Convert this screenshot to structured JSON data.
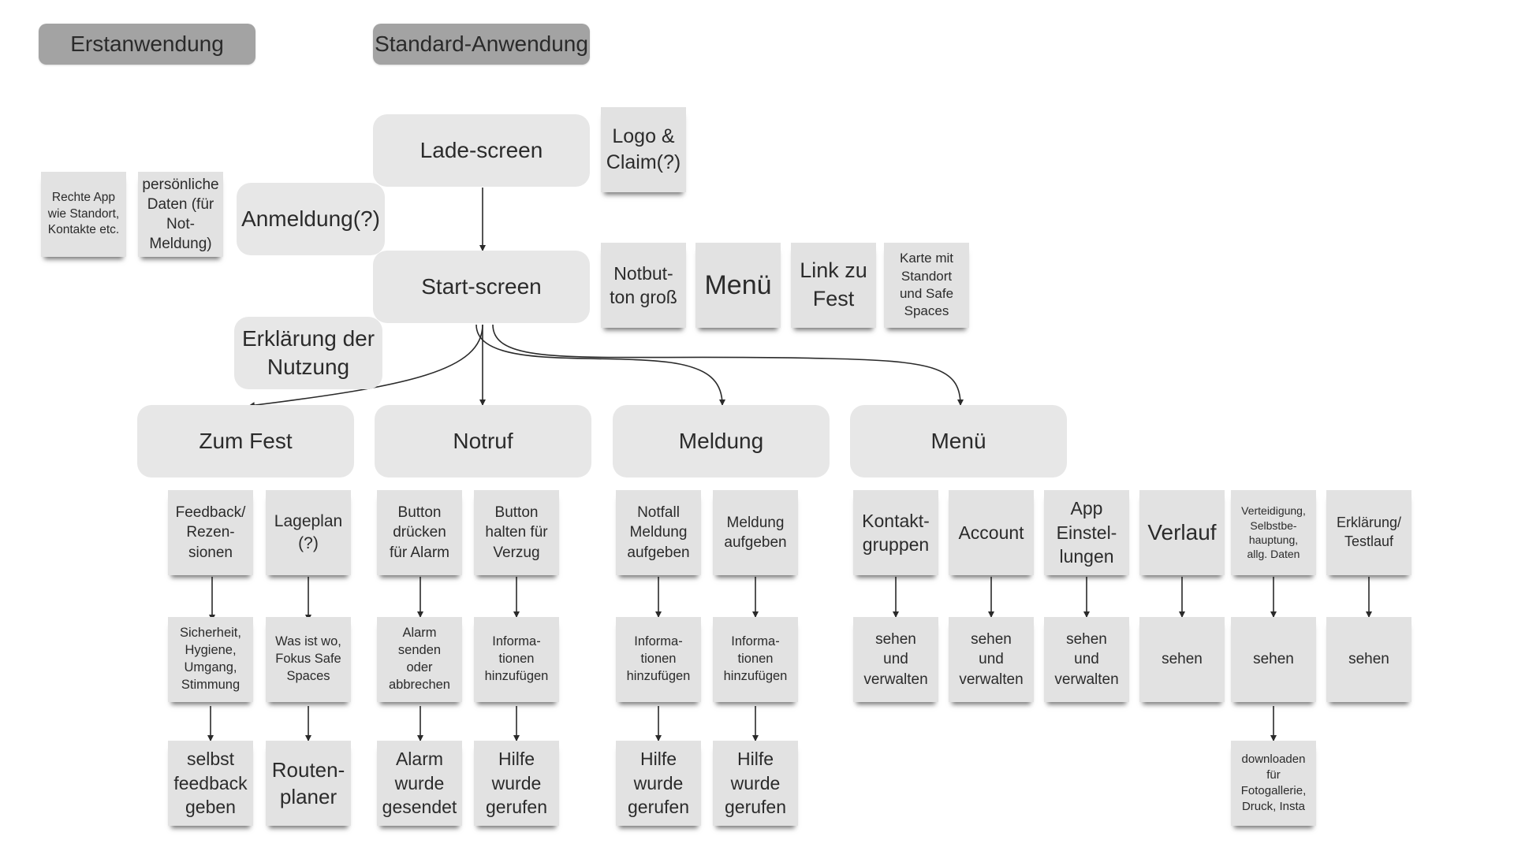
{
  "headers": {
    "erstanwendung": "Erstanwendung",
    "standard": "Standard-Anwendung"
  },
  "flow": {
    "lade_screen": "Lade-screen",
    "start_screen": "Start-screen",
    "anmeldung": "Anmeldung(?)",
    "erklaerung": "Erklärung der\nNutzung"
  },
  "first_use_notes": {
    "rechte": "Rechte App\nwie Standort,\nKontakte etc.",
    "daten": "persönliche\nDaten (für\nNot-\nMeldung)"
  },
  "lade_notes": {
    "logo": "Logo &\nClaim(?)"
  },
  "start_notes": {
    "notbutton": "Notbut-\nton groß",
    "menue": "Menü",
    "link": "Link zu\nFest",
    "karte": "Karte mit\nStandort\nund Safe\nSpaces"
  },
  "sections": {
    "zum_fest": "Zum Fest",
    "notruf": "Notruf",
    "meldung": "Meldung",
    "menue": "Menü"
  },
  "zum_fest": {
    "feedback": "Feedback/\nRezen-\nsionen",
    "sicherheit": "Sicherheit,\nHygiene,\nUmgang,\nStimmung",
    "selbst": "selbst\nfeedback\ngeben",
    "lageplan": "Lageplan\n(?)",
    "was_ist_wo": "Was ist wo,\nFokus Safe\nSpaces",
    "routen": "Routen-\nplaner"
  },
  "notruf": {
    "button_druecken": "Button\ndrücken\nfür Alarm",
    "alarm_senden": "Alarm\nsenden\noder\nabbrechen",
    "alarm_gesendet": "Alarm\nwurde\ngesendet",
    "button_halten": "Button\nhalten für\nVerzug",
    "info": "Informa-\ntionen\nhinzufügen",
    "hilfe": "Hilfe\nwurde\ngerufen"
  },
  "meldung": {
    "notfall": "Notfall\nMeldung\naufgeben",
    "info1": "Informa-\ntionen\nhinzufügen",
    "hilfe1": "Hilfe\nwurde\ngerufen",
    "aufgeben": "Meldung\naufgeben",
    "info2": "Informa-\ntionen\nhinzufügen",
    "hilfe2": "Hilfe\nwurde\ngerufen"
  },
  "menue": {
    "kontakt": "Kontakt-\ngruppen",
    "kontakt_sub": "sehen\nund\nverwalten",
    "account": "Account",
    "account_sub": "sehen\nund\nverwalten",
    "app": "App\nEinstel-\nlungen",
    "app_sub": "sehen\nund\nverwalten",
    "verlauf": "Verlauf",
    "verlauf_sub": "sehen",
    "verteidigung": "Verteidigung,\nSelbstbe-\nhauptung,\nallg. Daten",
    "verteidigung_sub": "sehen",
    "downloaden": "downloaden\nfür\nFotogallerie,\nDruck, Insta",
    "erklaerung": "Erklärung/\nTestlauf",
    "erklaerung_sub": "sehen"
  },
  "colors": {
    "header_fill": "#a3a3a3",
    "box_fill": "#e7e7e7",
    "note_fill": "#e2e2e2",
    "line": "#2a2a2a"
  }
}
